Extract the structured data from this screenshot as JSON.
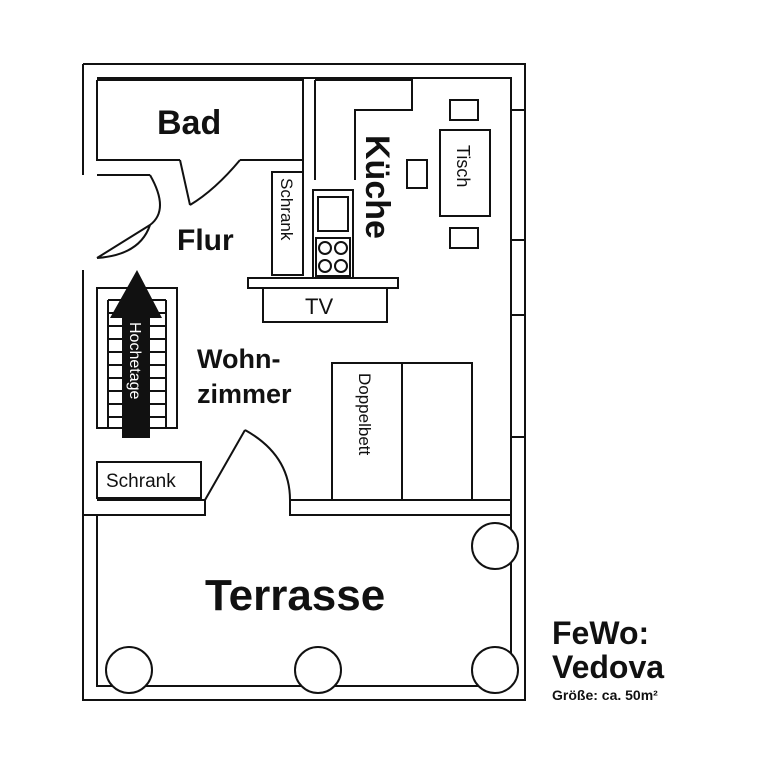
{
  "rooms": {
    "bad": "Bad",
    "flur": "Flur",
    "kueche": "Küche",
    "wohnzimmer_line1": "Wohn-",
    "wohnzimmer_line2": "zimmer",
    "terrasse": "Terrasse"
  },
  "furniture": {
    "schrank_flur": "Schrank",
    "tisch": "Tisch",
    "tv": "TV",
    "doppelbett": "Doppelbett",
    "schrank_wohn": "Schrank",
    "hochetage": "Hochetage"
  },
  "info": {
    "name_line1": "FeWo:",
    "name_line2": "Vedova",
    "size": "Größe: ca. 50m²"
  },
  "colors": {
    "ink": "#111111",
    "background": "#ffffff"
  }
}
